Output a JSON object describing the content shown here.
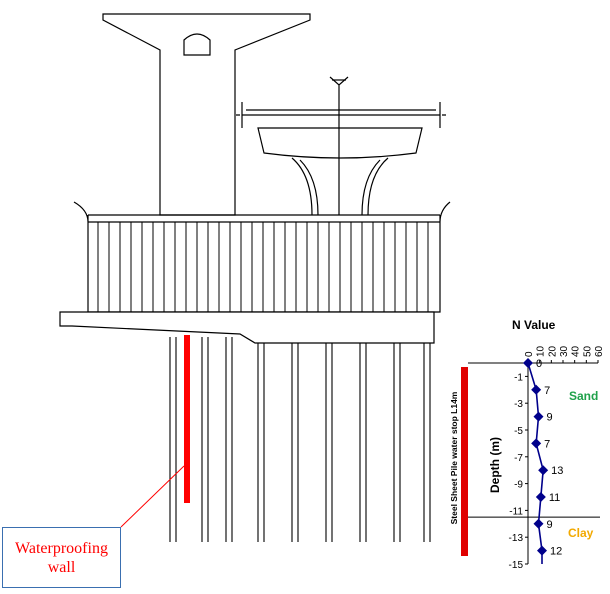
{
  "callout": {
    "text": "Waterproofing\nwall"
  },
  "sheet_pile_label": "Steel Sheet Pile water stop L14m",
  "chart_data": {
    "type": "line",
    "title": "N Value",
    "ylabel": "Depth (m)",
    "xlabel": "",
    "x_ticks": [
      0,
      10,
      20,
      30,
      40,
      50,
      60
    ],
    "y_ticks": [
      -1,
      -3,
      -5,
      -7,
      -9,
      -11,
      -13,
      -15
    ],
    "xlim": [
      0,
      60
    ],
    "ylim": [
      -15,
      0
    ],
    "series": [
      {
        "x": [
          0,
          7,
          9,
          7,
          13,
          11,
          9,
          12
        ],
        "y": [
          0,
          -2,
          -4,
          -6,
          -8,
          -10,
          -12,
          -14
        ],
        "labels": [
          "0",
          "7",
          "9",
          "7",
          "13",
          "11",
          "9",
          "12"
        ]
      }
    ],
    "layers": [
      {
        "name": "Sand",
        "color": "#1fa14a"
      },
      {
        "name": "Clay",
        "color": "#f2a900"
      }
    ],
    "layer_boundary_depth": -11.5,
    "series_color": "#00008b"
  }
}
